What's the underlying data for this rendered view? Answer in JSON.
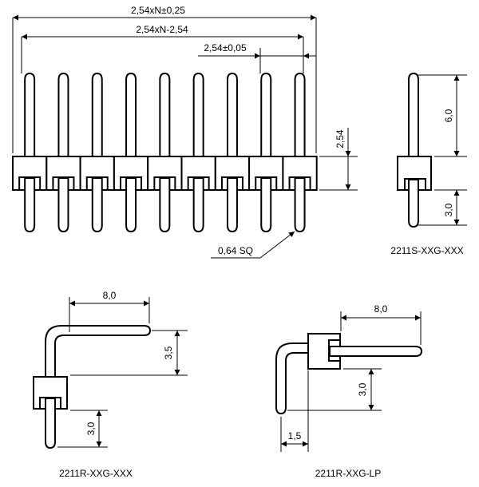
{
  "dimensions": {
    "overall_length": "2,54xN±0,25",
    "pitch_span": "2,54xN-2,54",
    "pitch": "2,54±0,05",
    "body_height": "2,54",
    "pin_size": "0,64 SQ",
    "upper_pin_length": "6,0",
    "lower_pin_length": "3,0",
    "ra_horizontal_length": "8,0",
    "ra_bend_height": "3,5",
    "ra_lower_pin_length": "3,0",
    "lp_horizontal_length": "8,0",
    "lp_vertical_length": "3,0",
    "lp_offset": "1,5"
  },
  "captions": {
    "straight_side": "2211S-XXG-XXX",
    "right_angle": "2211R-XXG-XXX",
    "right_angle_lp": "2211R-XXG-LP"
  }
}
